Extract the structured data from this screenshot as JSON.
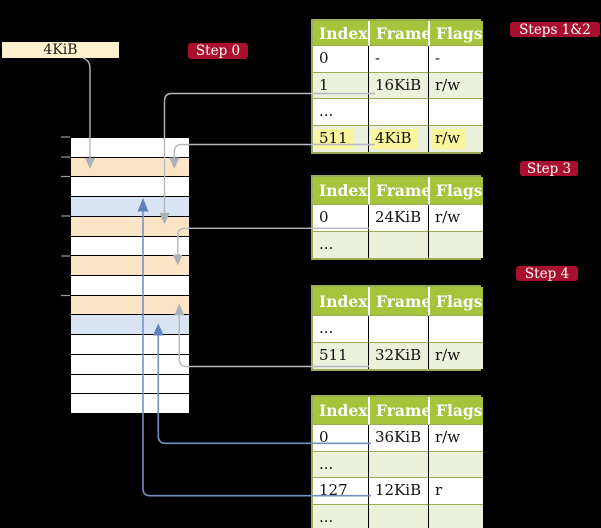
{
  "palette": {
    "background": "#000000",
    "badge_red": "#a8102d",
    "header_green": "#a5c43c",
    "row_light_green": "#ebf1db",
    "table_border_olive": "#9aad54",
    "frame_peach": "#fce5c6",
    "frame_blue": "#d8e4f4",
    "frame_box_cream": "#fdf0cc",
    "highlight_yellow": "#fbf59c",
    "gray_line": "#b6b8bd",
    "blue_line": "#7591c4"
  },
  "frame_box": {
    "label": "4KiB"
  },
  "badges": [
    {
      "label": "Step 0"
    },
    {
      "label": "Steps 1&2"
    },
    {
      "label": "Step 3"
    },
    {
      "label": "Step 4"
    }
  ],
  "tables": [
    {
      "headers": [
        "Index",
        "Frame",
        "Flags"
      ],
      "rows": [
        {
          "cells": [
            "0",
            "-",
            "-"
          ]
        },
        {
          "cells": [
            "1",
            "16KiB",
            "r/w"
          ]
        },
        {
          "cells": [
            "...",
            "",
            ""
          ]
        },
        {
          "cells": [
            "511",
            "4KiB",
            "r/w"
          ],
          "hl": "hl"
        }
      ]
    },
    {
      "headers": [
        "Index",
        "Frame",
        "Flags"
      ],
      "rows": [
        {
          "cells": [
            "0",
            "24KiB",
            "r/w"
          ]
        },
        {
          "cells": [
            "...",
            "",
            ""
          ]
        }
      ]
    },
    {
      "headers": [
        "Index",
        "Frame",
        "Flags"
      ],
      "rows": [
        {
          "cells": [
            "...",
            "",
            ""
          ]
        },
        {
          "cells": [
            "511",
            "32KiB",
            "r/w"
          ]
        }
      ]
    },
    {
      "headers": [
        "Index",
        "Frame",
        "Flags"
      ],
      "rows": [
        {
          "cells": [
            "0",
            "36KiB",
            "r/w"
          ]
        },
        {
          "cells": [
            "...",
            "",
            ""
          ]
        },
        {
          "cells": [
            "127",
            "12KiB",
            "r"
          ]
        },
        {
          "cells": [
            "...",
            "",
            ""
          ]
        }
      ]
    }
  ],
  "memory": {
    "rows": [
      {
        "color": "white"
      },
      {
        "color": "peach"
      },
      {
        "color": "white"
      },
      {
        "color": "blue"
      },
      {
        "color": "peach"
      },
      {
        "color": "white"
      },
      {
        "color": "peach"
      },
      {
        "color": "white"
      },
      {
        "color": "peach"
      },
      {
        "color": "blue"
      },
      {
        "color": "white"
      },
      {
        "color": "white"
      },
      {
        "color": "white"
      },
      {
        "color": "white"
      }
    ]
  }
}
